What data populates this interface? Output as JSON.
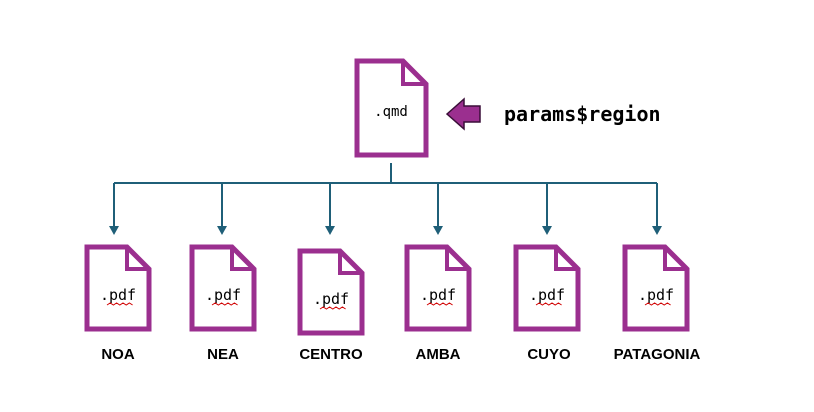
{
  "template": {
    "file_label": ".qmd",
    "param_label": "params$region",
    "icon": "document-icon",
    "arrow_icon": "left-arrow-icon"
  },
  "outputs": [
    {
      "file_label": ".pdf",
      "region": "NOA"
    },
    {
      "file_label": ".pdf",
      "region": "NEA"
    },
    {
      "file_label": ".pdf",
      "region": "CENTRO"
    },
    {
      "file_label": ".pdf",
      "region": "AMBA"
    },
    {
      "file_label": ".pdf",
      "region": "CUYO"
    },
    {
      "file_label": ".pdf",
      "region": "PATAGONIA"
    }
  ],
  "colors": {
    "document_stroke": "#9b2f8f",
    "arrow_fill": "#9b2f8f",
    "connector": "#1f5f78",
    "text": "#000000",
    "spellcheck_underline": "#d00000"
  }
}
